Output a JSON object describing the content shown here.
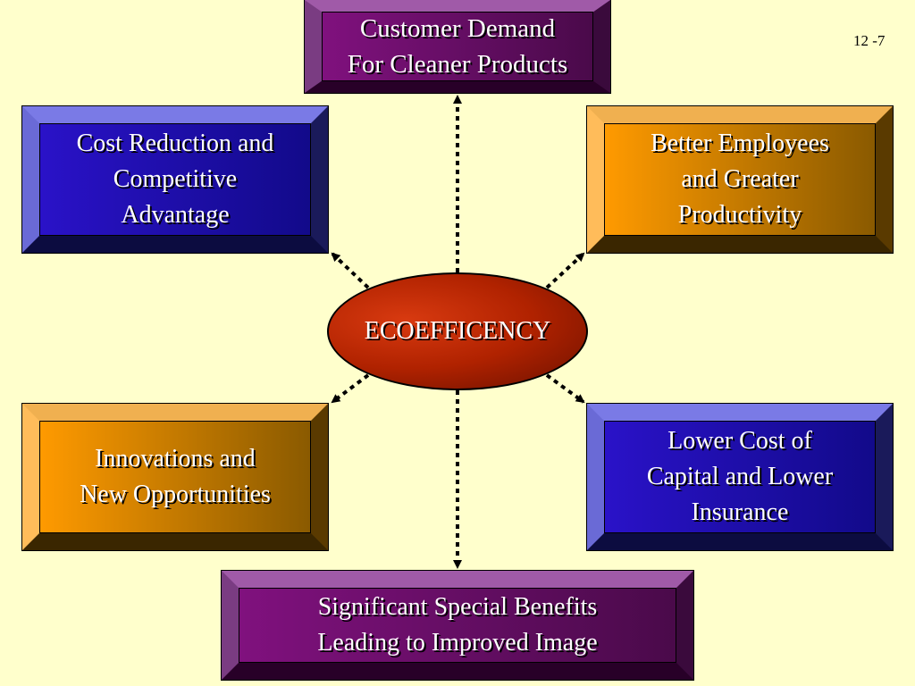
{
  "slide_number": "12 -7",
  "center": {
    "label": "ECOEFFICENCY"
  },
  "nodes": {
    "top": "Customer Demand\nFor Cleaner Products",
    "left_top": "Cost Reduction and\nCompetitive\nAdvantage",
    "right_top": "Better Employees\nand Greater\nProductivity",
    "left_bottom": "Innovations and\nNew Opportunities",
    "right_bottom": "Lower Cost of\nCapital and Lower\nInsurance",
    "bottom": "Significant Special Benefits\nLeading to Improved Image"
  },
  "colors": {
    "background": "#ffffcc",
    "purple": "#80117e",
    "blue": "#2a12c8",
    "orange": "#ff9a00",
    "center": "#b02200",
    "connector": "#000000"
  }
}
